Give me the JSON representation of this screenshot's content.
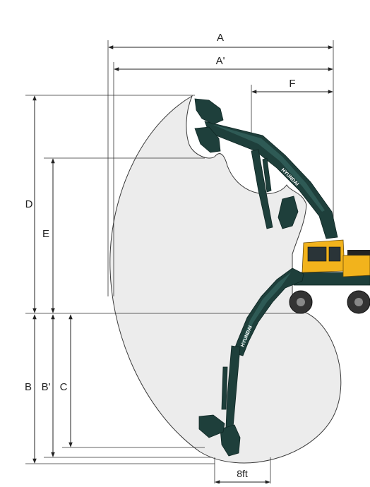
{
  "labels": {
    "A": "A",
    "A_prime": "A'",
    "F": "F",
    "D": "D",
    "E": "E",
    "B": "B",
    "B_prime": "B'",
    "C": "C",
    "bottom_width": "8ft"
  },
  "branding": {
    "boom_text": "HYUNDAI"
  },
  "colors": {
    "arm": "#1e3f3b",
    "cab": "#f2b31c",
    "envelope": "#ececec",
    "line": "#222222"
  }
}
